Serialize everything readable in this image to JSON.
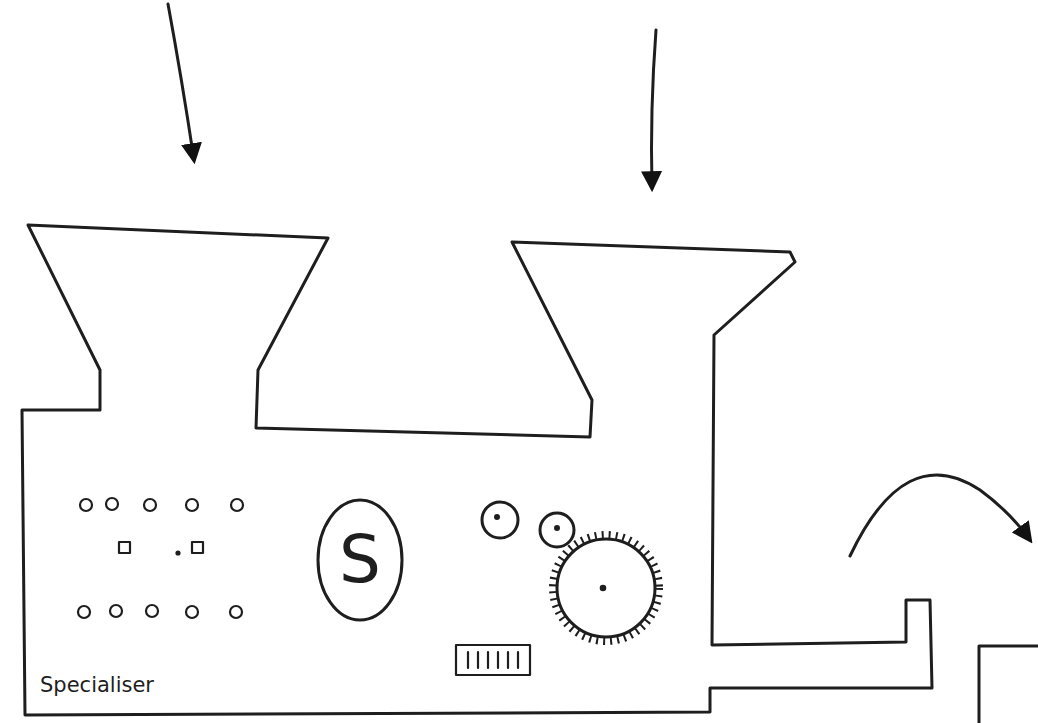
{
  "diagram": {
    "nodes": [
      {
        "text": [
          "Specialiser"
        ]
      },
      {
        "text": [
          "S"
        ],
        "in": 0
      }
    ]
  }
}
